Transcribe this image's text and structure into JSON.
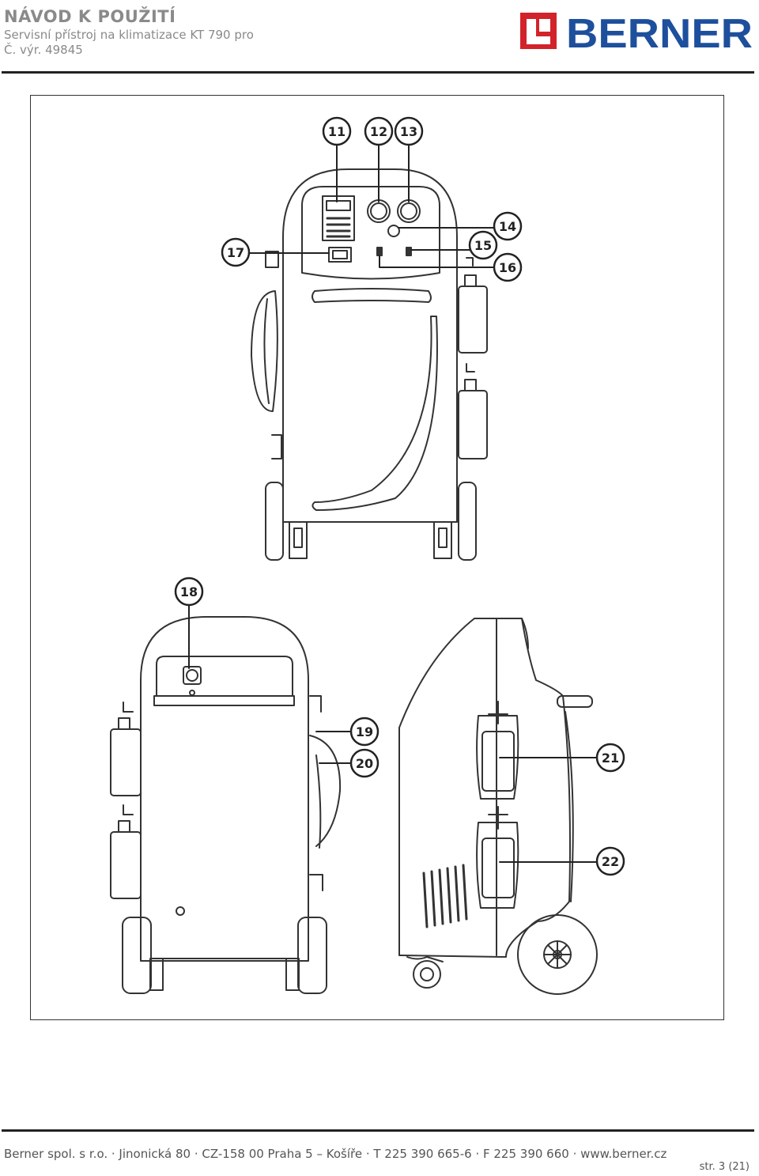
{
  "header": {
    "title": "NÁVOD K POUŽITÍ",
    "subtitle": "Servisní přístroj na klimatizace KT 790 pro",
    "item_number": "Č. výr. 49845",
    "brand": "BERNER",
    "brand_color": "#1d4f9c",
    "logo_mark_color": "#d2232a"
  },
  "figure": {
    "callouts": [
      "11",
      "12",
      "13",
      "14",
      "15",
      "16",
      "17",
      "18",
      "19",
      "20",
      "21",
      "22"
    ]
  },
  "footer": {
    "address": "Berner spol. s r.o. · Jinonická 80 · CZ-158 00 Praha 5 – Košíře · T 225 390  665-6 · F 225 390 660 · www.berner.cz",
    "page": "str. 3 (21)"
  }
}
